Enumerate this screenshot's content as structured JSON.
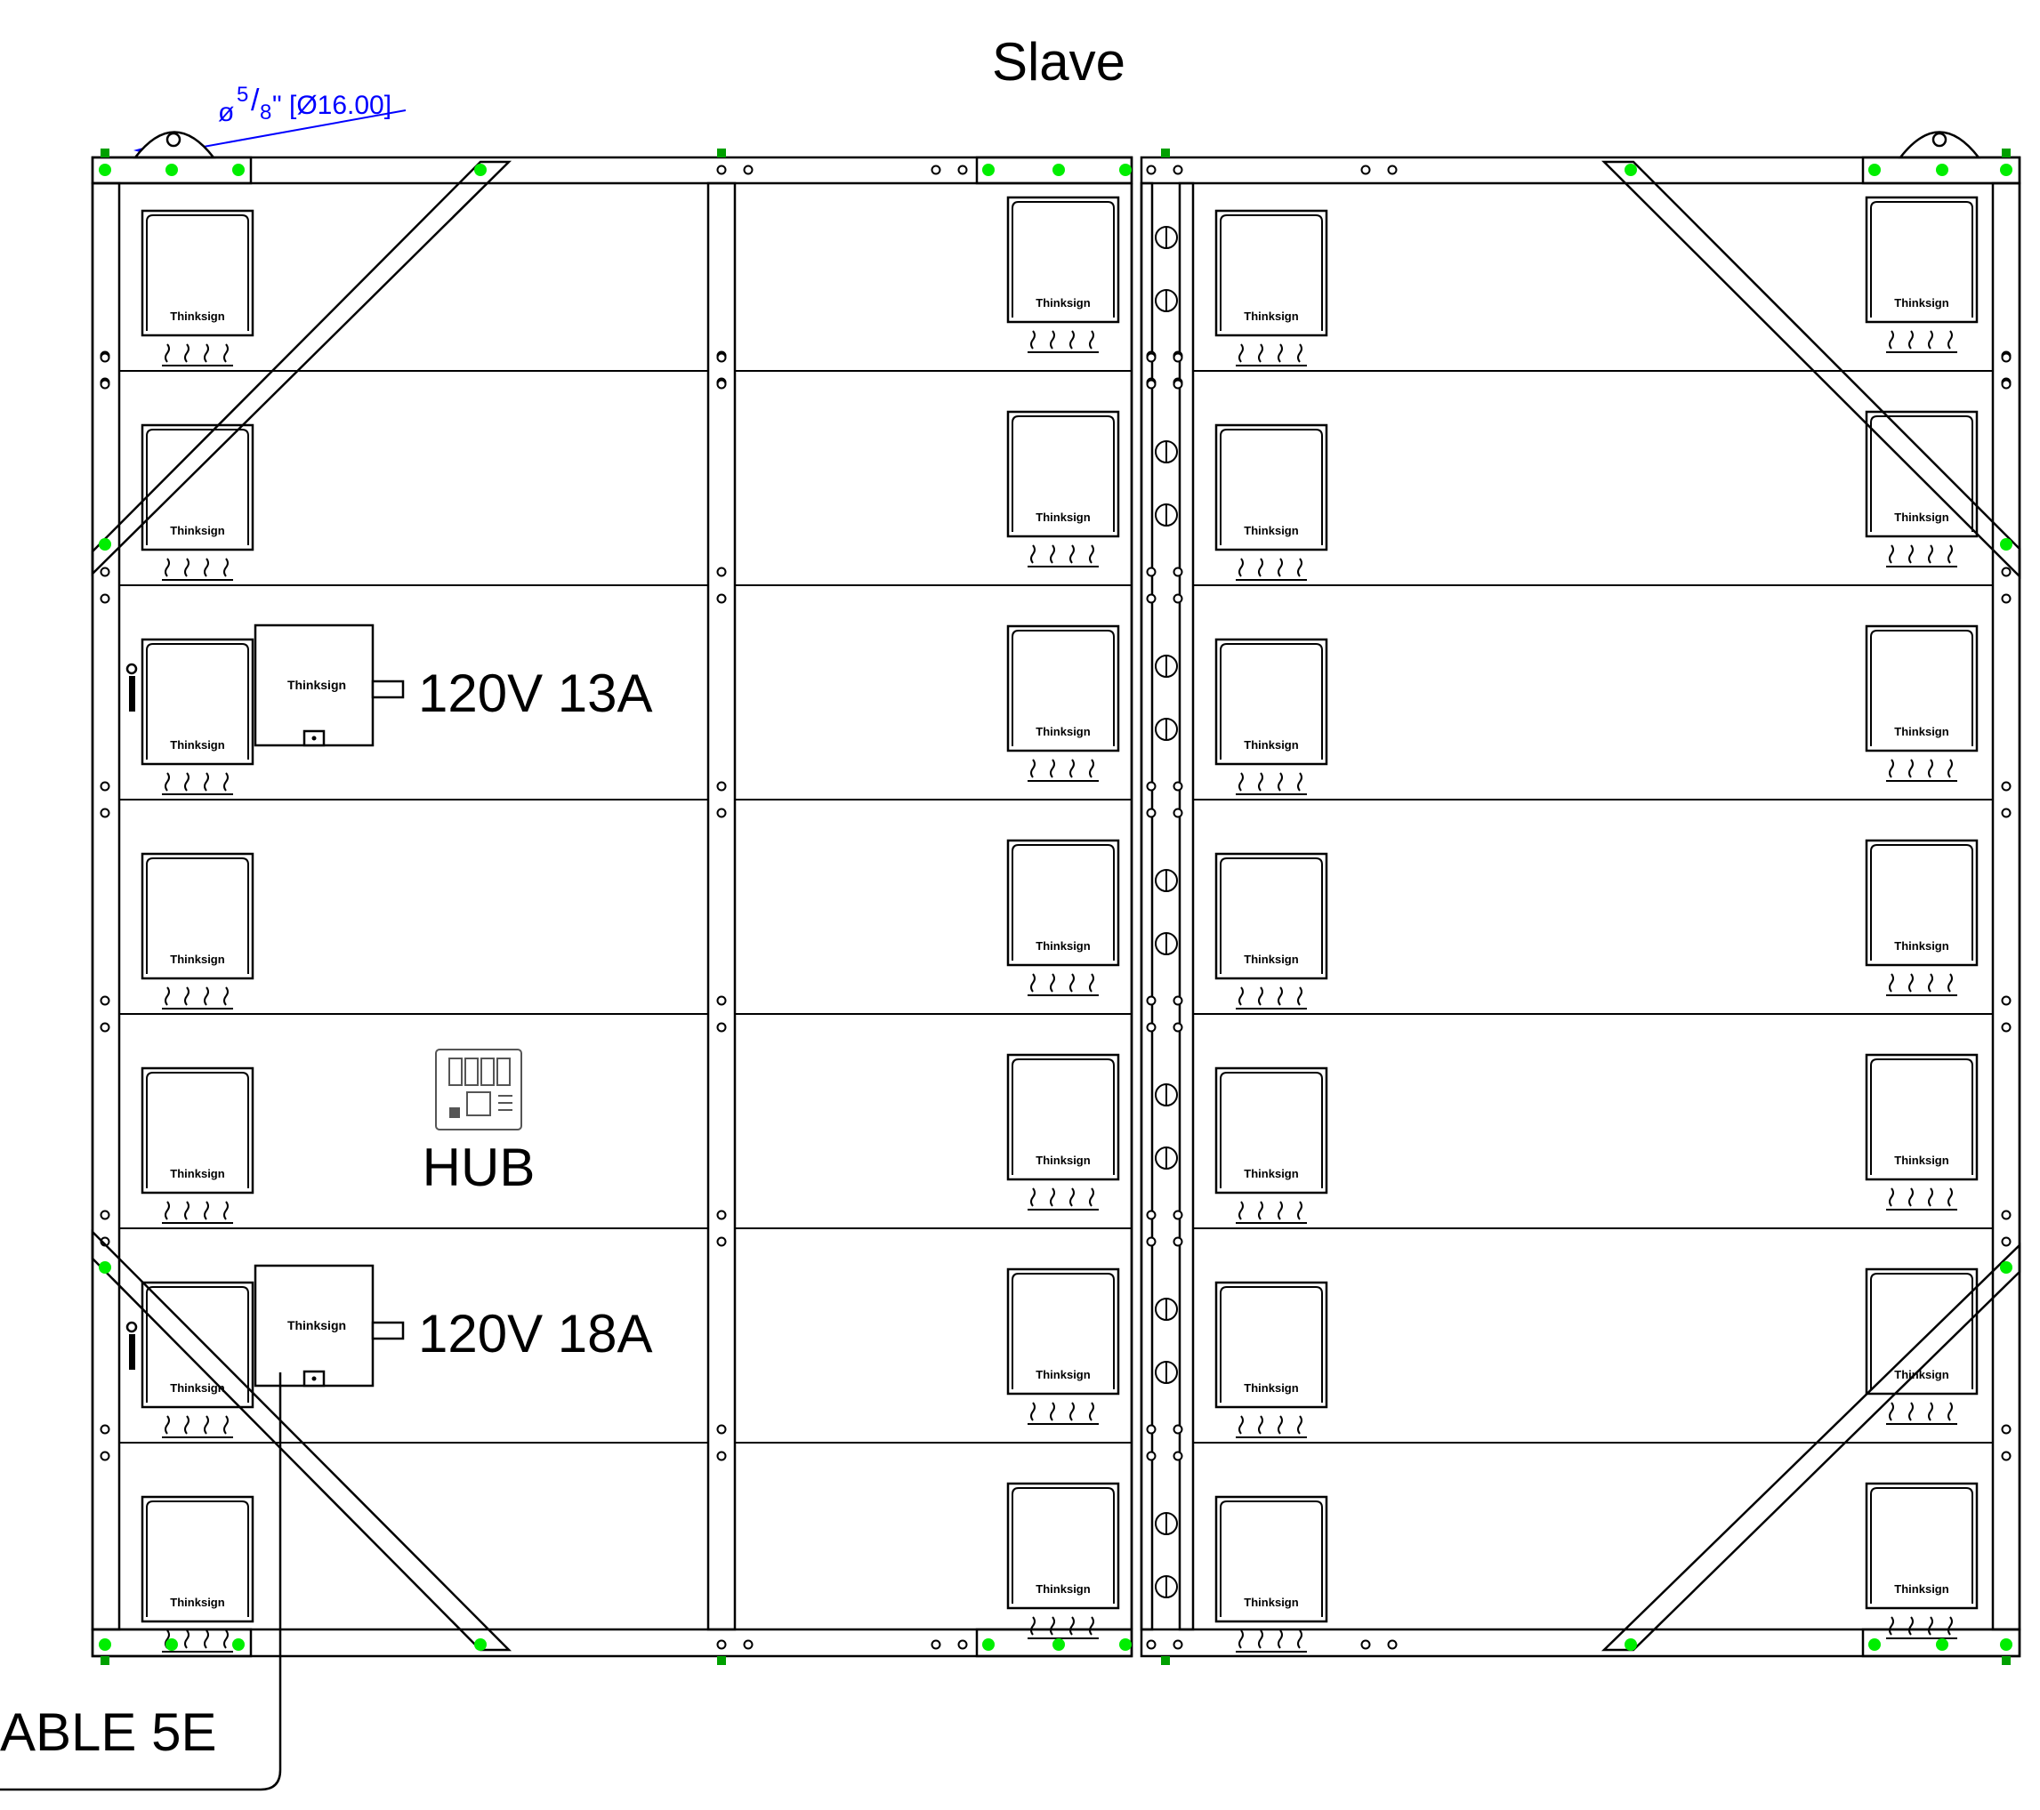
{
  "title": "Slave",
  "dimension": {
    "prefix": "ø",
    "numerator": "5",
    "denominator": "8",
    "suffix": "\" [Ø16.00]"
  },
  "labels": {
    "power_top": "120V 13A",
    "power_bottom": "120V 18A",
    "hub": "HUB",
    "cable": "ABLE 5E"
  },
  "module_brand": "Thinksign",
  "colors": {
    "line": "#000000",
    "dimension": "#0000ff",
    "marker": "#00ee00",
    "marker_dark": "#00a000"
  },
  "icons": {
    "receiver_card": "receiver-card-icon",
    "power_supply": "power-supply-icon",
    "hub": "hub-board-icon",
    "lifting_eye": "lifting-eye-icon"
  }
}
